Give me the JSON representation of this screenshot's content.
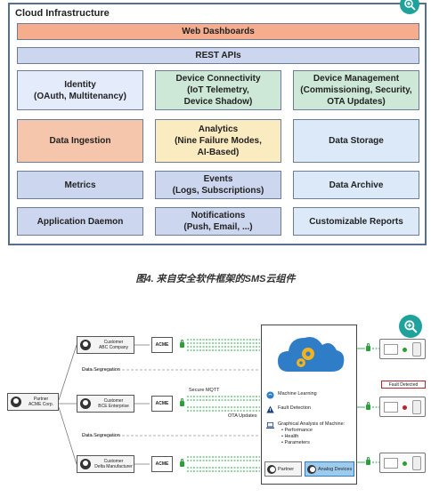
{
  "cloud": {
    "title": "Cloud Infrastructure",
    "web_dashboards": "Web Dashboards",
    "rest_apis": "REST APIs",
    "boxes": [
      {
        "label": "Identity\n(OAuth, Multitenancy)",
        "color": "#e4ecfb"
      },
      {
        "label": "Device Connectivity\n(IoT Telemetry,\nDevice Shadow)",
        "color": "#cde8d7"
      },
      {
        "label": "Device Management\n(Commissioning, Security,\nOTA Updates)",
        "color": "#cde8d7"
      },
      {
        "label": "Data Ingestion",
        "color": "#f6c6ac"
      },
      {
        "label": "Analytics\n(Nine Failure Modes,\nAI-Based)",
        "color": "#fbebc0"
      },
      {
        "label": "Data Storage",
        "color": "#dbe9f8"
      },
      {
        "label": "Metrics",
        "color": "#cdd6ef"
      },
      {
        "label": "Events\n(Logs, Subscriptions)",
        "color": "#cdd6ef"
      },
      {
        "label": "Data Archive",
        "color": "#dbe9f8"
      },
      {
        "label": "Application Daemon",
        "color": "#cdd6ef"
      },
      {
        "label": "Notifications\n(Push, Email, ...)",
        "color": "#cdd6ef"
      },
      {
        "label": "Customizable Reports",
        "color": "#dbe9f8"
      }
    ],
    "colors": {
      "web_dashboards": "#f6ad8e",
      "rest_apis": "#cdd6ef",
      "frame": "#546f8f"
    }
  },
  "caption": "图4. 来自安全软件框架的SMS云组件",
  "network": {
    "partner": "Partner\nACME Corp.",
    "customers": [
      "Customer\nABC Company",
      "Customer\nBCE Enterprise",
      "Customer\nDelta Manufacturer"
    ],
    "acme_label": "ACME",
    "data_segregation": "Data Segregation",
    "secure_mqtt": "Secure MQTT",
    "ota_updates": "OTA Updates",
    "features": {
      "machine_learning": "Machine Learning",
      "fault_detection": "Fault Detection",
      "graphical_analysis": "Graphical Analysis of Machine:",
      "performance": "• Performance",
      "health": "• Health",
      "parameters": "• Parameters"
    },
    "partner_footer": "Partner",
    "analog_devices": "Analog Devices",
    "fault_detected": "Fault Detected",
    "accent": "#1fa29c",
    "link_color": "#2aa84a"
  },
  "icons": [
    "zoom-in-icon",
    "gear-icon",
    "cloud-icon",
    "brain-icon",
    "warning-icon",
    "laptop-icon",
    "lock-icon",
    "user-icon"
  ]
}
